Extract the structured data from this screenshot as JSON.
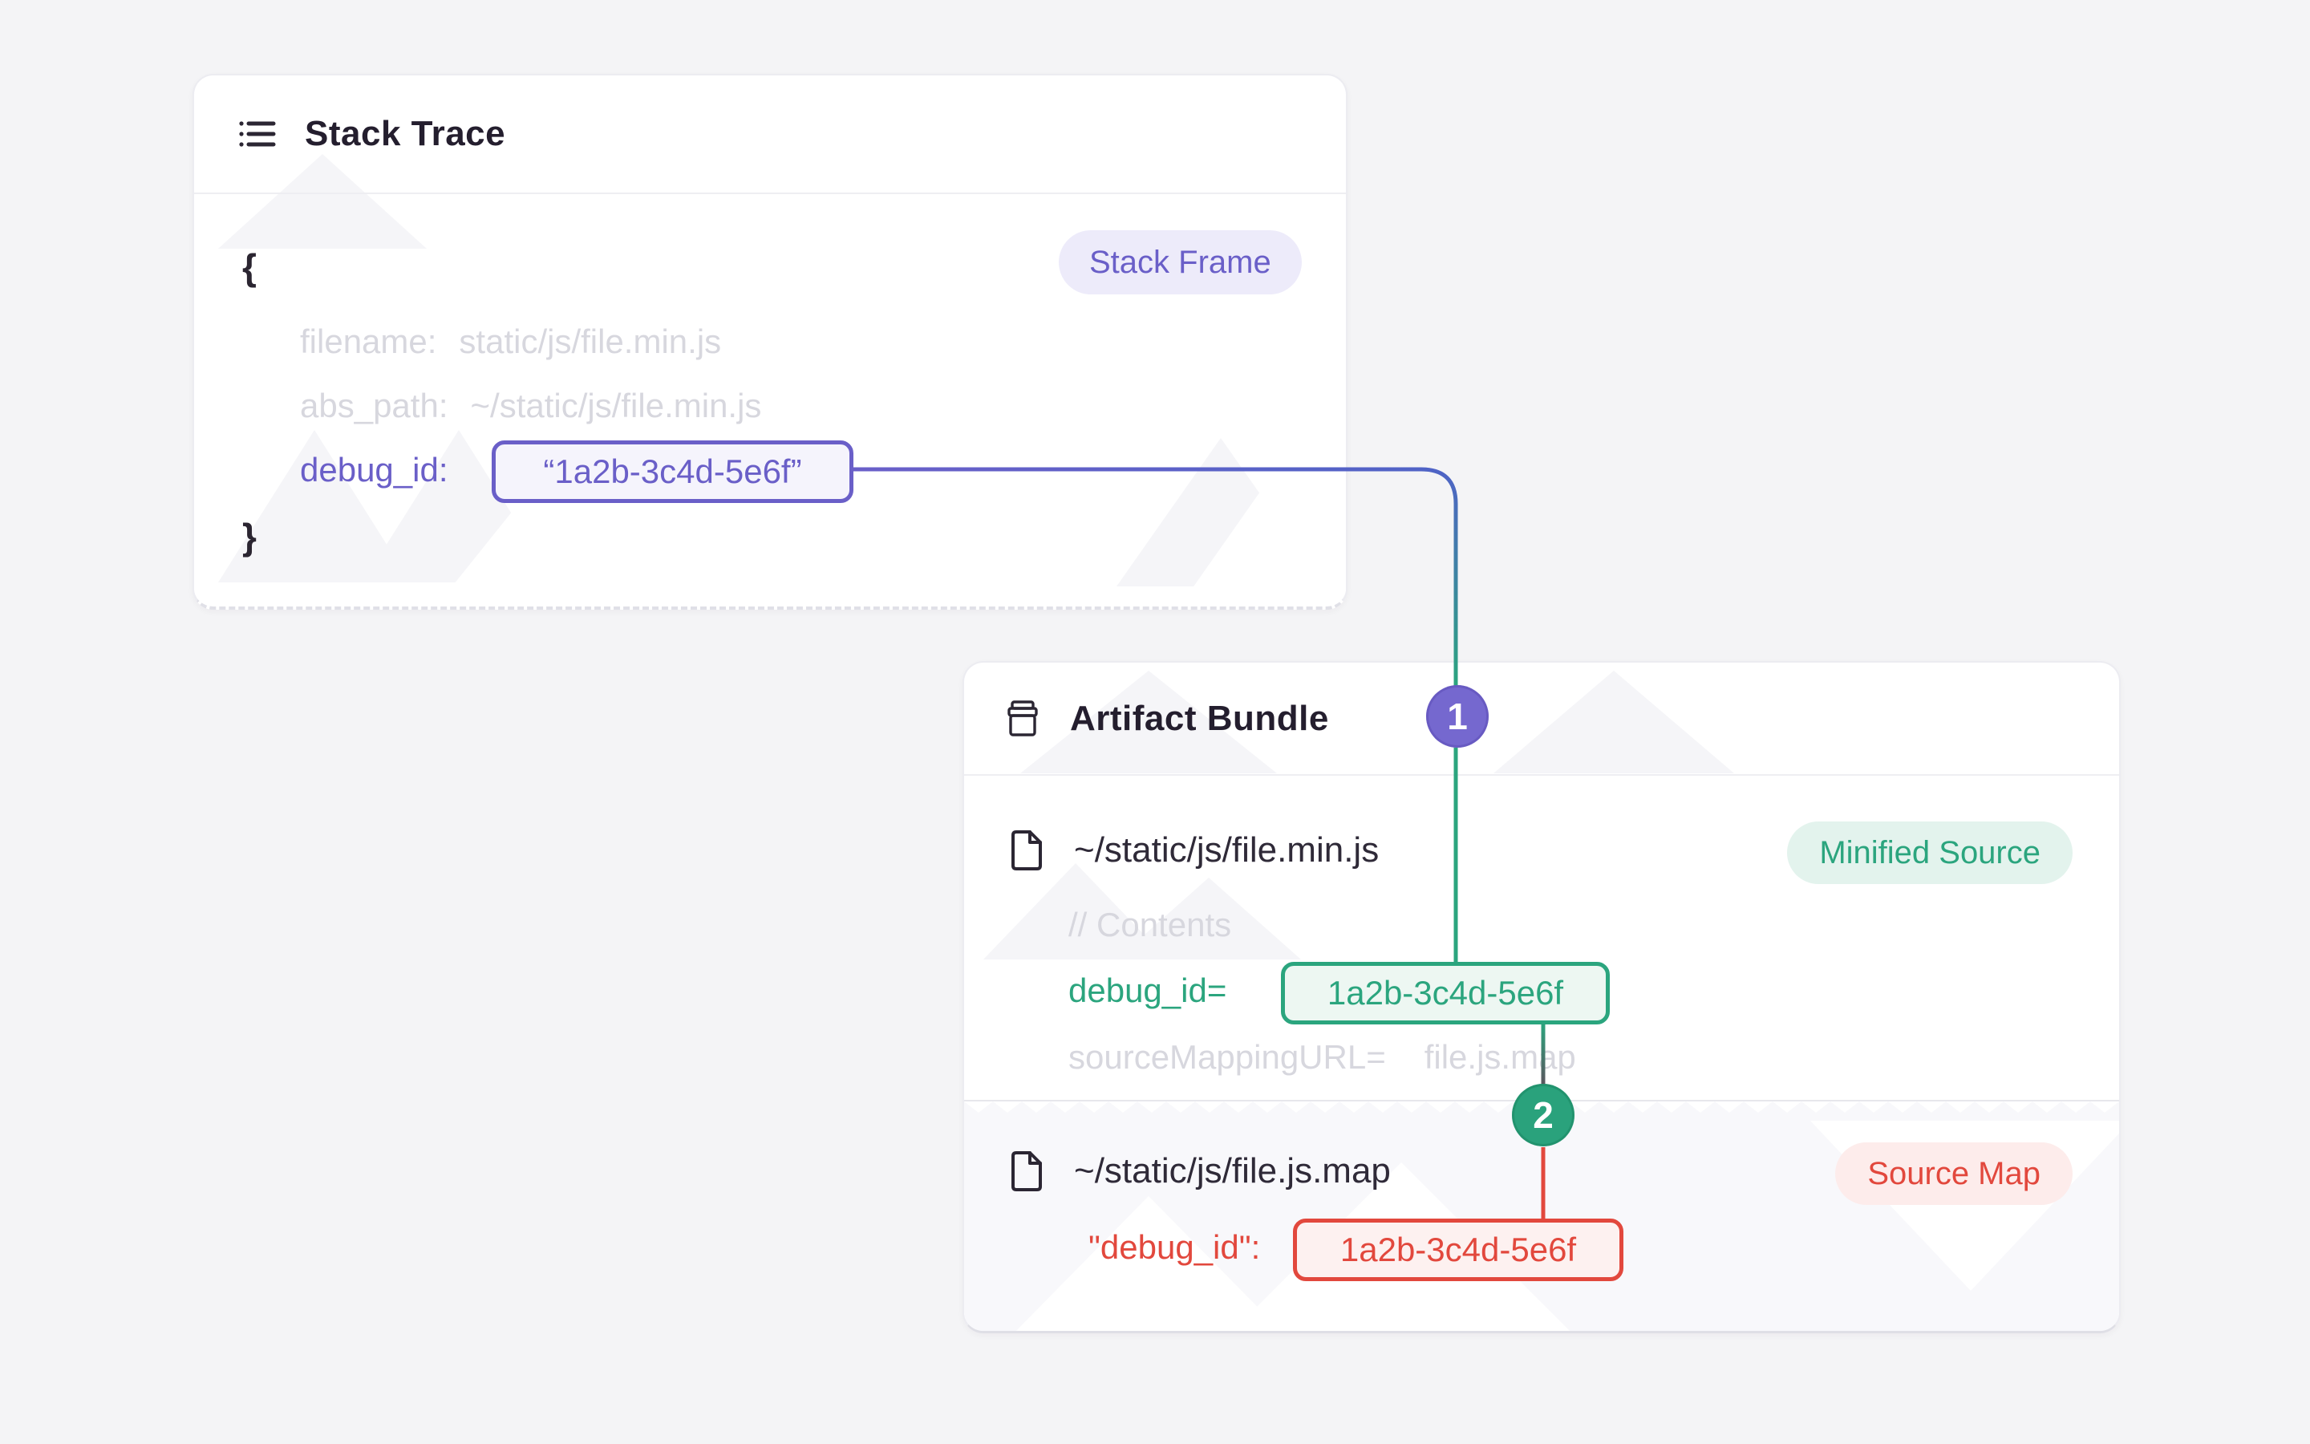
{
  "colors": {
    "page_bg": "#f4f4f6",
    "dark": "#2b2531",
    "muted": "#d7d7de",
    "purple": "#6a5fc8",
    "purple_badge_bg": "#edebfa",
    "purple_box_bg": "#f5f4fc",
    "teal": "#2ba57e",
    "teal_badge_bg": "#e3f3ed",
    "teal_box_bg": "#edf7f2",
    "red": "#e2483d",
    "red_badge_bg": "#fdeceb",
    "red_box_bg": "#fdf1f0",
    "circle1_fill": "#7568cf",
    "circle2_fill": "#2aa27c",
    "line_slate": "#5a565e"
  },
  "stack_trace": {
    "title": "Stack Trace",
    "badge": "Stack Frame",
    "open_brace": "{",
    "close_brace": "}",
    "fields": {
      "filename_label": "filename:",
      "filename_value": "static/js/file.min.js",
      "abs_path_label": "abs_path:",
      "abs_path_value": "~/static/js/file.min.js",
      "debug_id_label": "debug_id:",
      "debug_id_value": "“1a2b-3c4d-5e6f”"
    }
  },
  "artifact_bundle": {
    "title": "Artifact Bundle",
    "minified": {
      "path": "~/static/js/file.min.js",
      "badge": "Minified Source",
      "comment": "// Contents",
      "debug_label": "debug_id=",
      "debug_value": "1a2b-3c4d-5e6f",
      "mapping_label": "sourceMappingURL=",
      "mapping_value": "file.js.map"
    },
    "sourcemap": {
      "path": "~/static/js/file.js.map",
      "badge": "Source Map",
      "debug_label": "\"debug_id\":",
      "debug_value": "1a2b-3c4d-5e6f"
    }
  },
  "connectors": {
    "step1": "1",
    "step2": "2"
  }
}
